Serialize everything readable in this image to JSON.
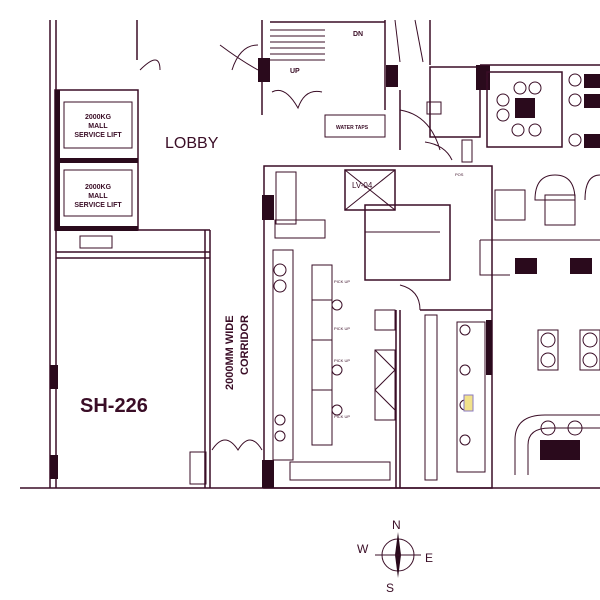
{
  "plan": {
    "lobby": "LOBBY",
    "lift1": [
      "2000KG",
      "MALL",
      "SERVICE LIFT"
    ],
    "lift2": [
      "2000KG",
      "MALL",
      "SERVICE LIFT"
    ],
    "shop": "SH-226",
    "corridor": [
      "2000MM WIDE",
      "CORRIDOR"
    ],
    "stair_up": "UP",
    "stair_down": "DN",
    "water_taps": "WATER TAPS",
    "lv": "LV-04",
    "pos": "POS",
    "pickup": [
      "PICK UP",
      "PICK UP",
      "PICK UP",
      "PICK UP"
    ]
  },
  "compass": {
    "n": "N",
    "s": "S",
    "e": "E",
    "w": "W"
  },
  "colors": {
    "line": "#3a0d26"
  }
}
